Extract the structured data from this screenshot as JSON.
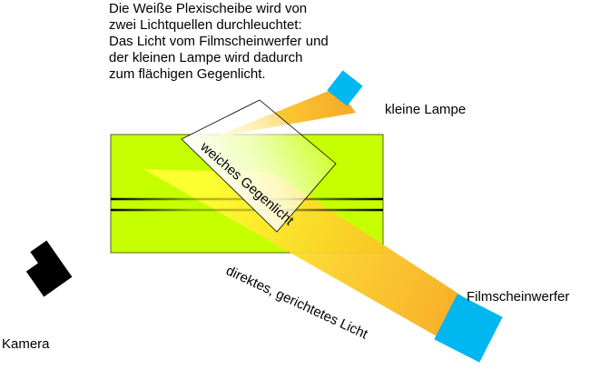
{
  "caption": {
    "lines": [
      "Die Weiße Plexischeibe wird von",
      "zwei Lichtquellen durchleuchtet:",
      "Das Licht vom Filmscheinwerfer und",
      "der kleinen Lampe wird dadurch",
      "zum flächigen Gegenlicht."
    ]
  },
  "labels": {
    "small_lamp": "kleine Lampe",
    "spotlight": "Filmscheinwerfer",
    "camera": "Kamera",
    "panel": "weiches Gegenlicht",
    "direct_light": "direktes, gerichtetes Licht"
  },
  "colors": {
    "green_screen": "#c6ff00",
    "lamp_blue": "#00b7f0",
    "light_orange": "#f7a51c",
    "light_yellow": "#ffff33",
    "camera": "#000000"
  }
}
